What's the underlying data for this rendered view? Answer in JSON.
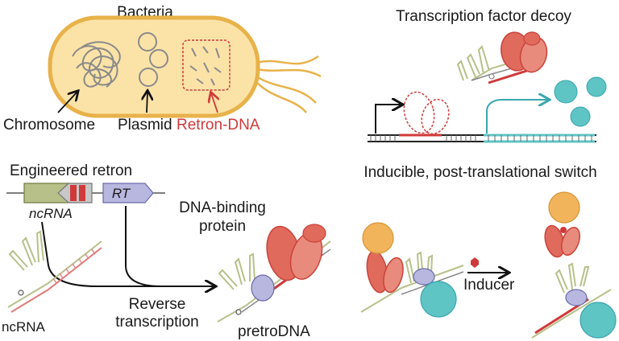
{
  "bacteria_panel": {
    "title": "Bacteria",
    "chromosome_label": "Chromosome",
    "plasmid_label": "Plasmid",
    "retron_dna_label": "Retron-DNA"
  },
  "tf_decoy_panel": {
    "title": "Transcription factor decoy"
  },
  "engineered_panel": {
    "title": "Engineered retron",
    "ncrna_gene_label": "ncRNA",
    "rt_gene_label": "RT",
    "protein_label_line1": "DNA-binding",
    "protein_label_line2": "protein",
    "ncrna_label": "ncRNA",
    "reverse_label_line1": "Reverse",
    "reverse_label_line2": "transcription",
    "product_label": "pretroDNA"
  },
  "switch_panel": {
    "title": "Inducible, post-translational switch",
    "inducer_label": "Inducer"
  },
  "colors": {
    "cell_fill": "#fbe3a8",
    "cell_wall": "#e8b24a",
    "protein_red": "#e06a5c",
    "protein_red_dark": "#c9433b",
    "teal": "#5fc4c4",
    "lavender": "#b7b7df",
    "orange": "#f2b45a",
    "olive": "#b8c08a"
  }
}
